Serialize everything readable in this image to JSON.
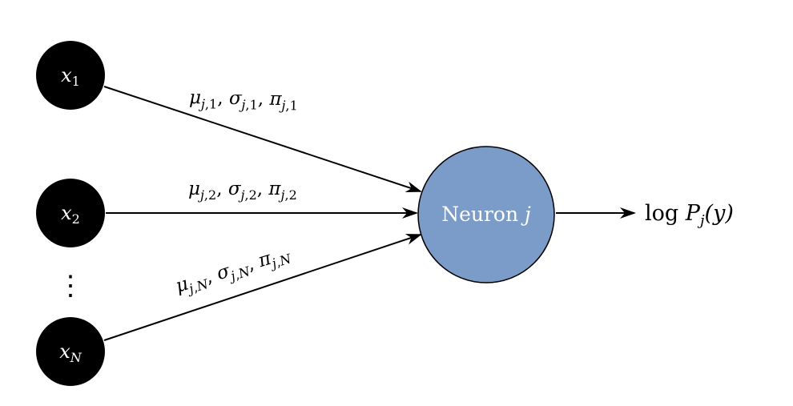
{
  "inputs": [
    {
      "base": "x",
      "sub": "1"
    },
    {
      "base": "x",
      "sub": "2"
    },
    {
      "base": "x",
      "sub": "N"
    }
  ],
  "ellipsis": "⋮",
  "edges": [
    {
      "mu": "μ",
      "sigma": "σ",
      "pi": "π",
      "sub_j": "j",
      "sub_idx": "1",
      "sep": ", "
    },
    {
      "mu": "μ",
      "sigma": "σ",
      "pi": "π",
      "sub_j": "j",
      "sub_idx": "2",
      "sep": ", "
    },
    {
      "mu": "μ",
      "sigma": "σ",
      "pi": "π",
      "sub_j": "j",
      "sub_idx": "N",
      "sep": ", "
    }
  ],
  "neuron": {
    "word": "Neuron",
    "index": "j",
    "fill": "#7b9bc8"
  },
  "output": {
    "log": "log",
    "P": "P",
    "sub": "j",
    "arg": "(y)"
  },
  "colors": {
    "input_fill": "#000000",
    "edge": "#000000"
  }
}
